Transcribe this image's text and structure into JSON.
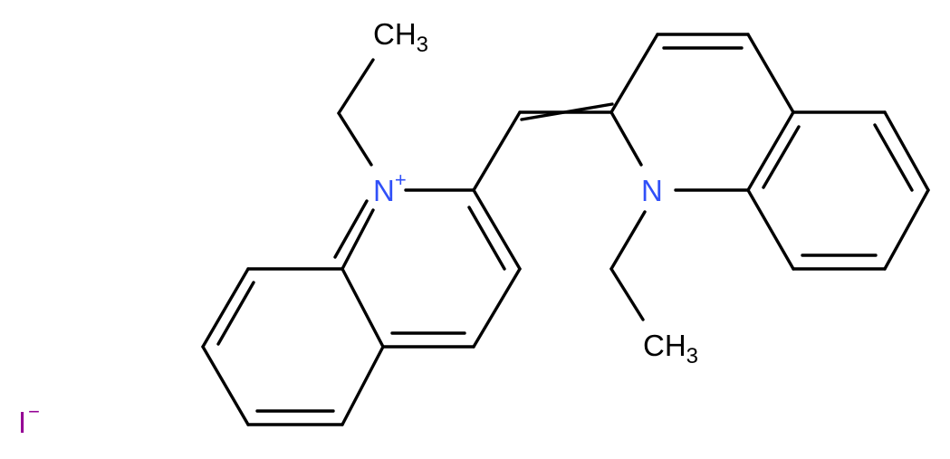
{
  "molecule": {
    "cation": {
      "nitrogen_plus": {
        "symbol": "N",
        "charge": "+"
      },
      "nitrogen": {
        "symbol": "N"
      },
      "methyl_top": {
        "main": "CH",
        "subscript": "3"
      },
      "methyl_bottom": {
        "main": "CH",
        "subscript": "3"
      }
    },
    "anion": {
      "symbol": "I",
      "charge": "−"
    }
  },
  "colors": {
    "bond": "#000000",
    "carbon_label": "#000000",
    "nitrogen": "#3050F8",
    "iodine": "#940094",
    "background": "#FFFFFF"
  }
}
